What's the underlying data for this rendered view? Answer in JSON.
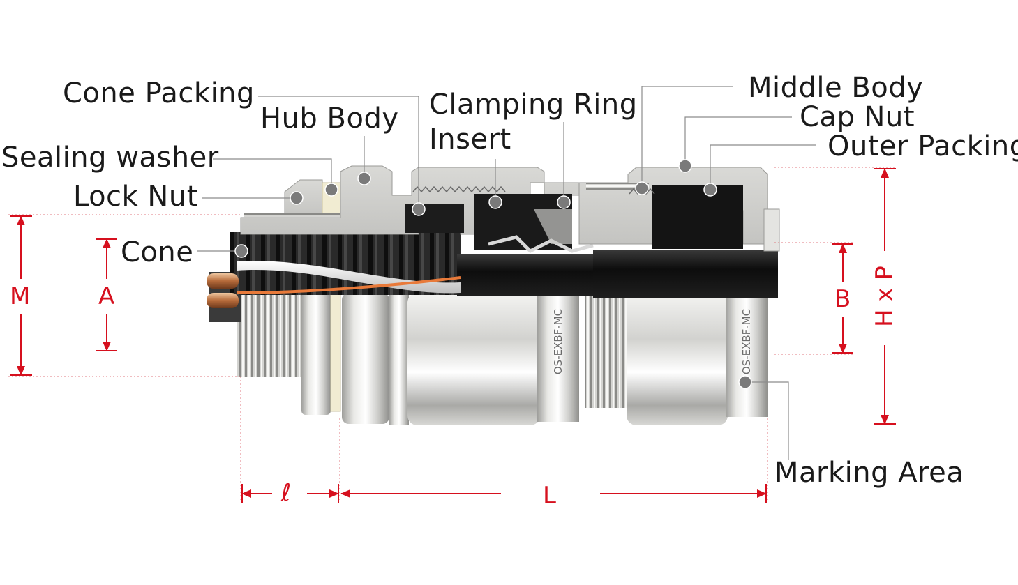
{
  "labels": {
    "cone_packing": "Cone Packing",
    "hub_body": "Hub Body",
    "sealing_washer": "Sealing washer",
    "lock_nut": "Lock Nut",
    "cone": "Cone",
    "clamping_ring": "Clamping Ring",
    "insert": "Insert",
    "middle_body": "Middle Body",
    "cap_nut": "Cap Nut",
    "outer_packing": "Outer Packing",
    "marking_area": "Marking Area"
  },
  "dimensions": {
    "M": "M",
    "A": "A",
    "B": "B",
    "HxP": "H x P",
    "l": "ℓ",
    "L": "L"
  },
  "marking_text": "OS-EXBF-MC",
  "colors": {
    "dimension": "#d6101e",
    "leader": "#8c8c8c",
    "text": "#1a1a1a",
    "metal": "#c9c9c6",
    "rubber": "#1c1c1c",
    "dot": "#7a7a7a"
  }
}
